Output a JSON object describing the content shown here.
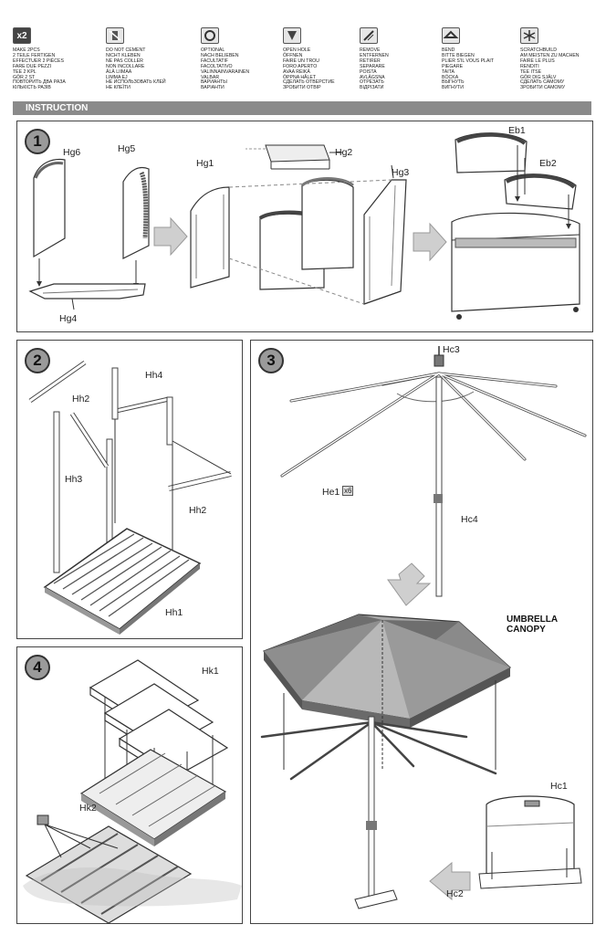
{
  "legend": [
    {
      "icon": "x2",
      "lines": [
        "MAKE 2pcs",
        "2 TEILE FERTIGEN",
        "EFFECTUER 2 PIÈCES",
        "FARE DUE PEZZI",
        "TEE 2 KPL",
        "GÖR 2 ST",
        "ПОВТОРИТЬ ДВА РАЗА",
        "КІЛЬКІСТЬ РАЗІВ"
      ]
    },
    {
      "icon": "",
      "lines": [
        "DO NOT CEMENT",
        "NICHT KLEBEN",
        "NE PAS COLLER",
        "NON INCOLLARE",
        "ÄLÄ LIIMAA",
        "LIMMA EJ",
        "НЕ ИСПОЛЬЗОВАТЬ КЛЕЙ",
        "НЕ КЛЕЇТИ"
      ]
    },
    {
      "icon": "",
      "lines": [
        "OPTIONAL",
        "NACH BELIEBEN",
        "FACULTATIF",
        "FACOLTATIVO",
        "VALINNAINVARAINEN",
        "VALBAR",
        "ВАРИАНТЫ",
        "ВАРІАНТИ"
      ]
    },
    {
      "icon": "",
      "lines": [
        "OPEN HOLE",
        "ÖFFNEN",
        "FAIRE UN TROU",
        "FORO APERTO",
        "AVAA REIKÄ",
        "ÖPPNA HÅLET",
        "СДЕЛАТЬ ОТВЕРСТИЕ",
        "ЗРОБИТИ ОТВІР"
      ]
    },
    {
      "icon": "",
      "lines": [
        "REMOVE",
        "ENTFERNEN",
        "RETIRER",
        "SEPARARE",
        "POISTA",
        "AVLÄGSNA",
        "ОТРЕЗАТЬ",
        "ВІДРІЗАТИ"
      ]
    },
    {
      "icon": "",
      "lines": [
        "BEND",
        "BITTE BIEGEN",
        "PLIER S'IL VOUS PLAIT",
        "PIEGARE",
        "TAITA",
        "BÖCKA",
        "ВЫГНУТЬ",
        "ВИГНУТИ"
      ]
    },
    {
      "icon": "",
      "lines": [
        "SCRATCHBUILD",
        "AM MEISTEN ZU MACHEN",
        "FAIRE LE PLUS",
        "RENDITI",
        "TEE ITSE",
        "GÖR DIG SJÄLV",
        "СДЕЛАТЬ САМОМУ",
        "ЗРОБИТИ САМОМУ"
      ]
    }
  ],
  "instruction_title": "INSTRUCTION",
  "steps": {
    "s1": {
      "number": "1",
      "labels": {
        "hg6": "Hg6",
        "hg5": "Hg5",
        "hg4": "Hg4",
        "hg1": "Hg1",
        "hg2": "Hg2",
        "hg3": "Hg3",
        "eb1": "Eb1",
        "eb2": "Eb2"
      }
    },
    "s2": {
      "number": "2",
      "labels": {
        "hh2a": "Hh2",
        "hh4": "Hh4",
        "hh3": "Hh3",
        "hh2b": "Hh2",
        "hh1": "Hh1"
      }
    },
    "s3": {
      "number": "3",
      "labels": {
        "hc3": "Hc3",
        "he1": "He1",
        "he1_mult": "x6",
        "hc4": "Hc4",
        "canopy_line1": "UMBRELLA",
        "canopy_line2": "CANOPY",
        "hc1": "Hc1",
        "hc2": "Hc2"
      }
    },
    "s4": {
      "number": "4",
      "labels": {
        "hk1": "Hk1",
        "hk2": "Hk2"
      }
    }
  },
  "colors": {
    "bar": "#8a8a8a",
    "step_circle": "#9a9a9a",
    "canopy_dark": "#6e6e6e",
    "canopy_light": "#a8a8a8",
    "arrow": "#cfcfcf"
  }
}
